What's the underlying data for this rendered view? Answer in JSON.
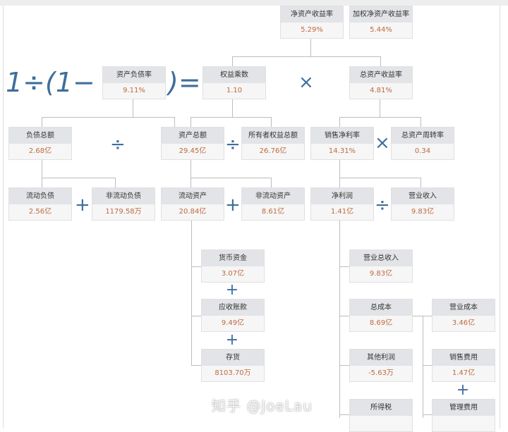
{
  "boxes": {
    "roe": {
      "label": "净资产收益率",
      "value": "5.29%"
    },
    "weighted_roe": {
      "label": "加权净资产收益率",
      "value": "5.44%"
    },
    "debt_ratio": {
      "label": "资产负债率",
      "value": "9.11%"
    },
    "equity_multiplier": {
      "label": "权益乘数",
      "value": "1.10"
    },
    "roa": {
      "label": "总资产收益率",
      "value": "4.81%"
    },
    "total_liabilities": {
      "label": "负债总额",
      "value": "2.68亿"
    },
    "total_assets": {
      "label": "资产总额",
      "value": "29.45亿"
    },
    "total_equity": {
      "label": "所有者权益总额",
      "value": "26.76亿"
    },
    "net_margin": {
      "label": "销售净利率",
      "value": "14.31%"
    },
    "asset_turnover": {
      "label": "总资产周转率",
      "value": "0.34"
    },
    "current_liabilities": {
      "label": "流动负债",
      "value": "2.56亿"
    },
    "noncurrent_liabilities": {
      "label": "非流动负债",
      "value": "1179.58万"
    },
    "current_assets": {
      "label": "流动资产",
      "value": "20.84亿"
    },
    "noncurrent_assets": {
      "label": "非流动资产",
      "value": "8.61亿"
    },
    "net_profit": {
      "label": "净利润",
      "value": "1.41亿"
    },
    "revenue": {
      "label": "营业收入",
      "value": "9.83亿"
    },
    "cash": {
      "label": "货币资金",
      "value": "3.07亿"
    },
    "receivables": {
      "label": "应收账款",
      "value": "9.49亿"
    },
    "inventory": {
      "label": "存货",
      "value": "8103.70万"
    },
    "total_revenue": {
      "label": "营业总收入",
      "value": "9.83亿"
    },
    "total_cost": {
      "label": "总成本",
      "value": "8.69亿"
    },
    "other_profit": {
      "label": "其他利润",
      "value": "-5.63万"
    },
    "income_tax": {
      "label": "所得税",
      "value": ""
    },
    "operating_cost": {
      "label": "营业成本",
      "value": "3.46亿"
    },
    "selling_expense": {
      "label": "销售费用",
      "value": "1.47亿"
    },
    "admin_expense": {
      "label": "管理费用",
      "value": ""
    }
  },
  "formula": {
    "prefix": "1÷(1−",
    "suffix": ")=",
    "times": "×",
    "divide": "÷",
    "plus": "+"
  },
  "watermark": "知乎 @JoeLau",
  "colors": {
    "operator": "#3f6e9c",
    "value": "#c0683e",
    "header_bg": "#e2e4e7"
  }
}
